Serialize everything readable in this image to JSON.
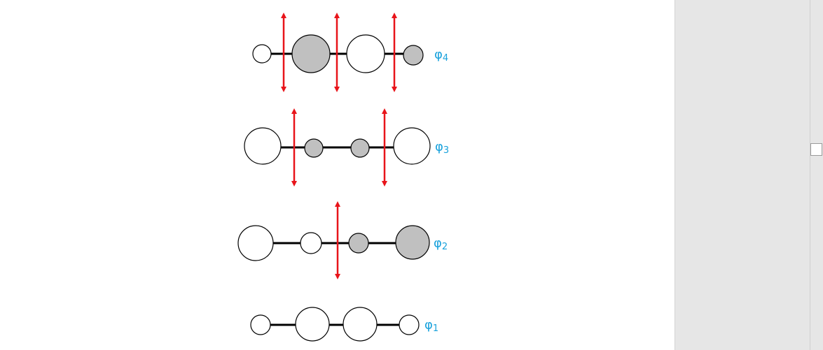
{
  "colors": {
    "node_white": "#ffffff",
    "node_gray": "#c0c0c0",
    "node_stroke": "#000000",
    "bond": "#000000",
    "arrow": "#e8141a",
    "label": "#1aa2dc",
    "panel": "#e6e6e6"
  },
  "orbitals": [
    {
      "id": "phi4",
      "label": "φ",
      "sub": "4",
      "nodes": [
        "white",
        "gray",
        "white",
        "gray"
      ],
      "sizes": [
        "small",
        "large",
        "large",
        "small"
      ],
      "nodal_planes": 3
    },
    {
      "id": "phi3",
      "label": "φ",
      "sub": "3",
      "nodes": [
        "white",
        "gray",
        "gray",
        "white"
      ],
      "sizes": [
        "large",
        "small",
        "small",
        "large"
      ],
      "nodal_planes": 2
    },
    {
      "id": "phi2",
      "label": "φ",
      "sub": "2",
      "nodes": [
        "white",
        "white",
        "gray",
        "gray"
      ],
      "sizes": [
        "large",
        "small",
        "small",
        "large"
      ],
      "nodal_planes": 1
    },
    {
      "id": "phi1",
      "label": "φ",
      "sub": "1",
      "nodes": [
        "white",
        "white",
        "white",
        "white"
      ],
      "sizes": [
        "small",
        "large",
        "large",
        "small"
      ],
      "nodal_planes": 0
    }
  ],
  "side_panel": {
    "handle_icon": "square-handle-icon"
  }
}
